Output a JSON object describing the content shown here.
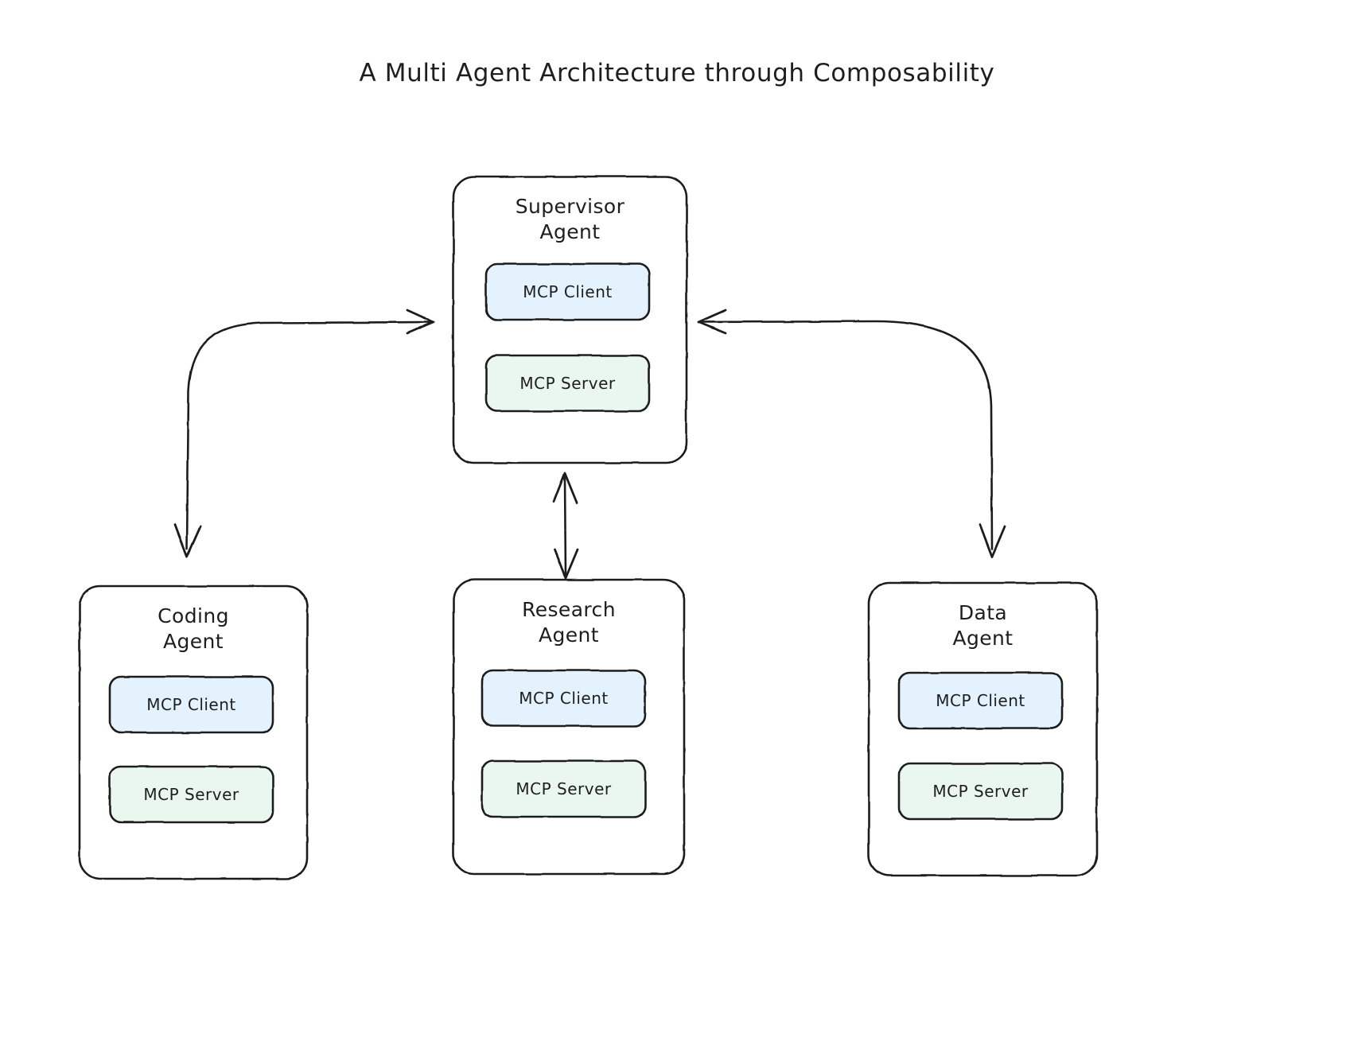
{
  "title": "A Multi Agent Architecture through Composability",
  "colors": {
    "stroke": "#1e1e1e",
    "background": "#ffffff",
    "client_fill": "#e3f2fd",
    "server_fill": "#e9f7ef",
    "text": "#1e1e1e"
  },
  "nodes": [
    {
      "id": "supervisor",
      "name": "Supervisor\nAgent",
      "slots": [
        {
          "id": "client",
          "label": "MCP Client",
          "kind": "client"
        },
        {
          "id": "server",
          "label": "MCP Server",
          "kind": "server"
        }
      ]
    },
    {
      "id": "coding",
      "name": "Coding\nAgent",
      "slots": [
        {
          "id": "client",
          "label": "MCP Client",
          "kind": "client"
        },
        {
          "id": "server",
          "label": "MCP Server",
          "kind": "server"
        }
      ]
    },
    {
      "id": "research",
      "name": "Research\nAgent",
      "slots": [
        {
          "id": "client",
          "label": "MCP Client",
          "kind": "client"
        },
        {
          "id": "server",
          "label": "MCP Server",
          "kind": "server"
        }
      ]
    },
    {
      "id": "data",
      "name": "Data\nAgent",
      "slots": [
        {
          "id": "client",
          "label": "MCP Client",
          "kind": "client"
        },
        {
          "id": "server",
          "label": "MCP Server",
          "kind": "server"
        }
      ]
    }
  ],
  "edges": [
    {
      "id": "supervisor-coding",
      "from": "supervisor",
      "to": "coding",
      "direction": "both"
    },
    {
      "id": "supervisor-research",
      "from": "supervisor",
      "to": "research",
      "direction": "both"
    },
    {
      "id": "supervisor-data",
      "from": "supervisor",
      "to": "data",
      "direction": "both"
    }
  ]
}
